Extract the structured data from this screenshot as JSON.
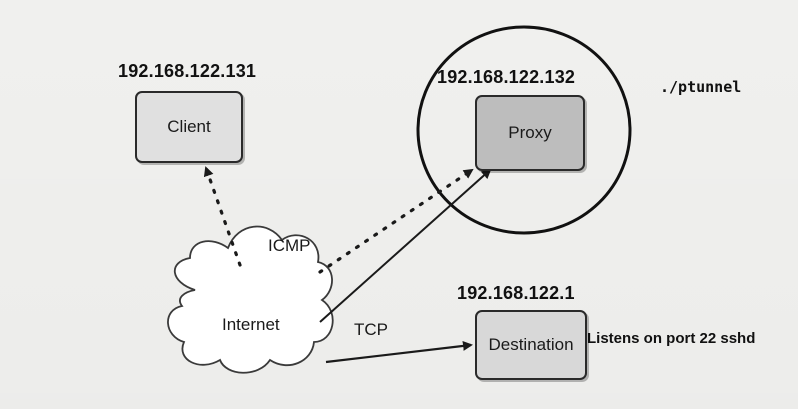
{
  "nodes": {
    "client": {
      "ip": "192.168.122.131",
      "label": "Client"
    },
    "proxy": {
      "ip": "192.168.122.132",
      "label": "Proxy",
      "command": "./ptunnel"
    },
    "destination": {
      "ip": "192.168.122.1",
      "label": "Destination",
      "note": "Listens on port 22 sshd"
    },
    "internet": {
      "label": "Internet"
    }
  },
  "edges": {
    "icmp_label": "ICMP",
    "tcp_label": "TCP"
  }
}
